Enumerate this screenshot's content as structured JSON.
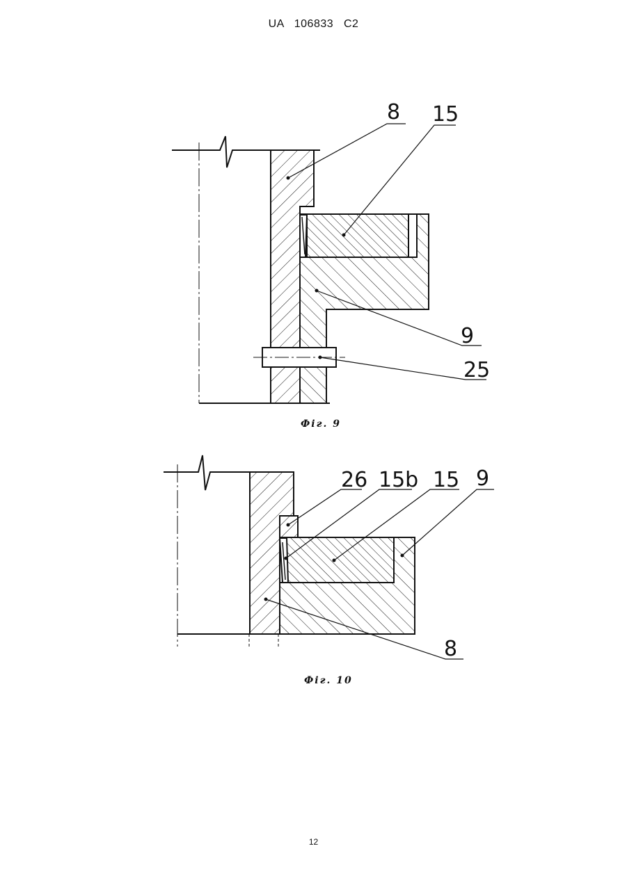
{
  "document": {
    "header": "UA   106833   C2",
    "page_number": "12"
  },
  "figure_9": {
    "caption": "Фіг. 9",
    "labels": {
      "part_8": "8",
      "part_15": "15",
      "part_9": "9",
      "part_25": "25"
    }
  },
  "figure_10": {
    "caption": "Фіг. 10",
    "labels": {
      "part_26": "26",
      "part_15b": "15b",
      "part_15": "15",
      "part_9": "9",
      "part_8": "8"
    }
  }
}
